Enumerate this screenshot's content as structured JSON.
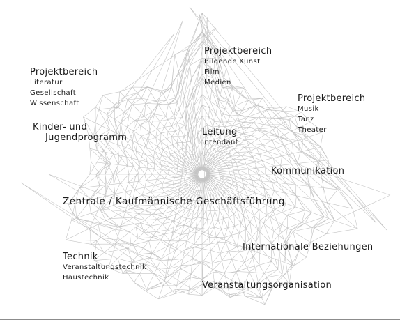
{
  "diagram": {
    "colors": {
      "mesh": "#c4c4c4",
      "text": "#1a1a1a",
      "rule": "#8c8c8c"
    },
    "nodes": {
      "bildende_kunst": {
        "title": "Projektbereich",
        "items": [
          "Bildende Kunst",
          "Film",
          "Medien"
        ]
      },
      "literatur": {
        "title": "Projektbereich",
        "items": [
          "Literatur",
          "Gesellschaft",
          "Wissenschaft"
        ]
      },
      "musik": {
        "title": "Projektbereich",
        "items": [
          "Musik",
          "Tanz",
          "Theater"
        ]
      },
      "kinder": {
        "line1": "Kinder- und",
        "line2": "Jugendprogramm"
      },
      "leitung": {
        "title": "Leitung",
        "sub": "Intendant"
      },
      "kommunikation": "Kommunikation",
      "zentrale": "Zentrale / Kaufmännische Geschäftsführung",
      "international": "Internationale Beziehungen",
      "technik": {
        "title": "Technik",
        "items": [
          "Veranstaltungstechnik",
          "Haustechnik"
        ]
      },
      "veranstaltung": "Veranstaltungsorganisation"
    }
  }
}
